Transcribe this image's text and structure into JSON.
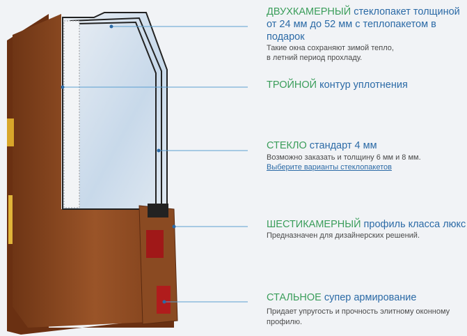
{
  "callouts": [
    {
      "highlight": "ДВУХКАМЕРНЫЙ",
      "title": " стеклопакет толщиной от 24 мм до 52 мм с теплопакетом в подарок",
      "lines": [
        "Такие окна сохраняют зимой тепло,",
        "в летний период прохладу."
      ]
    },
    {
      "highlight": "ТРОЙНОЙ",
      "title": " контур уплотнения",
      "lines": []
    },
    {
      "highlight": "СТЕКЛО",
      "title": " стандарт 4 мм",
      "lines": [
        "Возможно заказать и толщину 6 мм и 8 мм."
      ],
      "link": "Выберите варианты стеклопакетов"
    },
    {
      "highlight": "ШЕСТИКАМЕРНЫЙ",
      "title": " профиль класса люкс",
      "lines": [
        "Предназначен для дизайнерских решений."
      ]
    },
    {
      "highlight": "СТАЛЬНОЕ",
      "title": " супер армирование",
      "lines": [
        "Придает упругость и прочность элитному оконному профилю."
      ]
    }
  ],
  "colors": {
    "highlight": "#3a9d5a",
    "title": "#2b6aa6",
    "wood": "#8a4a22",
    "line": "#5a9fd0"
  }
}
